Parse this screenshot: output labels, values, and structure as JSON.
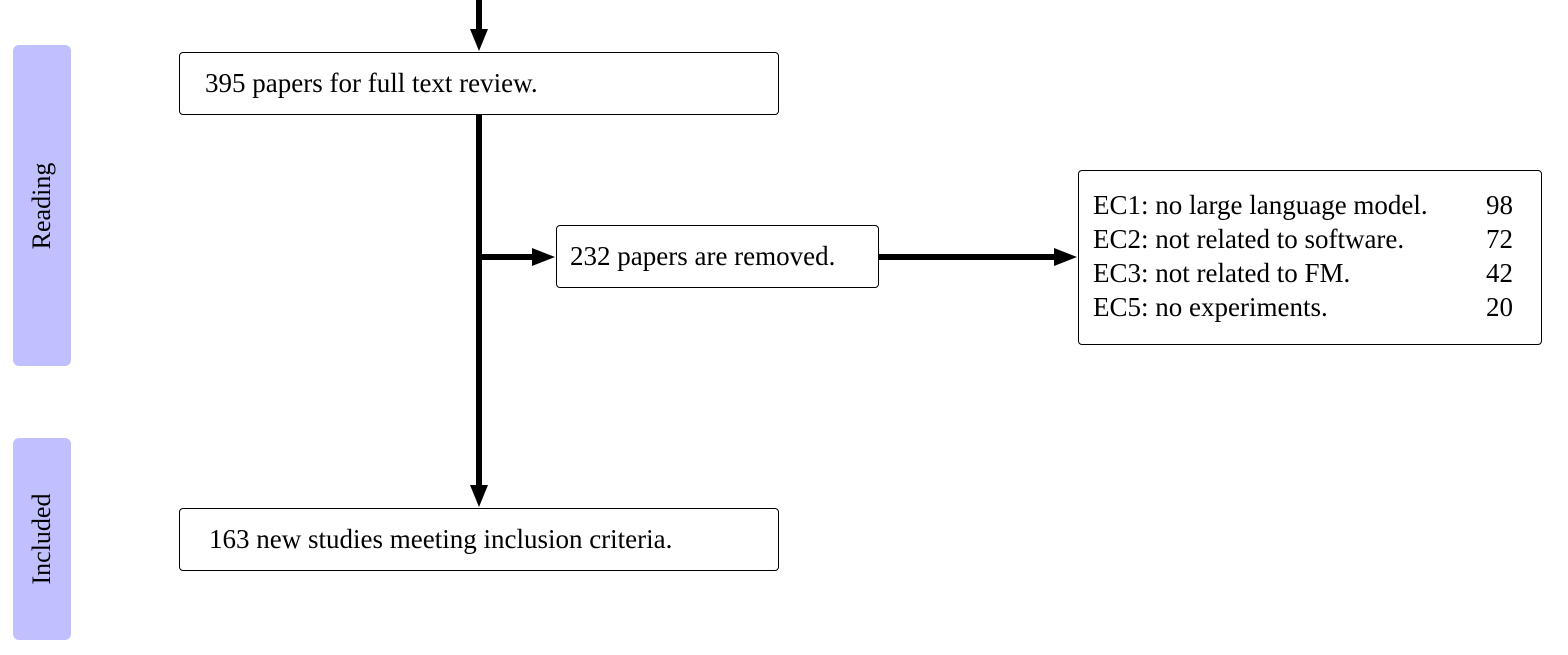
{
  "stages": {
    "reading": "Reading",
    "included": "Included"
  },
  "boxes": {
    "full_text_review": "395 papers for full text review.",
    "removed": "232 papers are removed.",
    "included": "163 new studies meeting inclusion criteria."
  },
  "exclusions": [
    {
      "criterion": "EC1: no large language model.",
      "count": "98"
    },
    {
      "criterion": "EC2: not related to software.",
      "count": "72"
    },
    {
      "criterion": "EC3: not related to FM.",
      "count": "42"
    },
    {
      "criterion": "EC5: no experiments.",
      "count": "20"
    }
  ],
  "colors": {
    "stage_band": "#c0c0ff",
    "arrow": "#000000",
    "box_border": "#000000"
  }
}
